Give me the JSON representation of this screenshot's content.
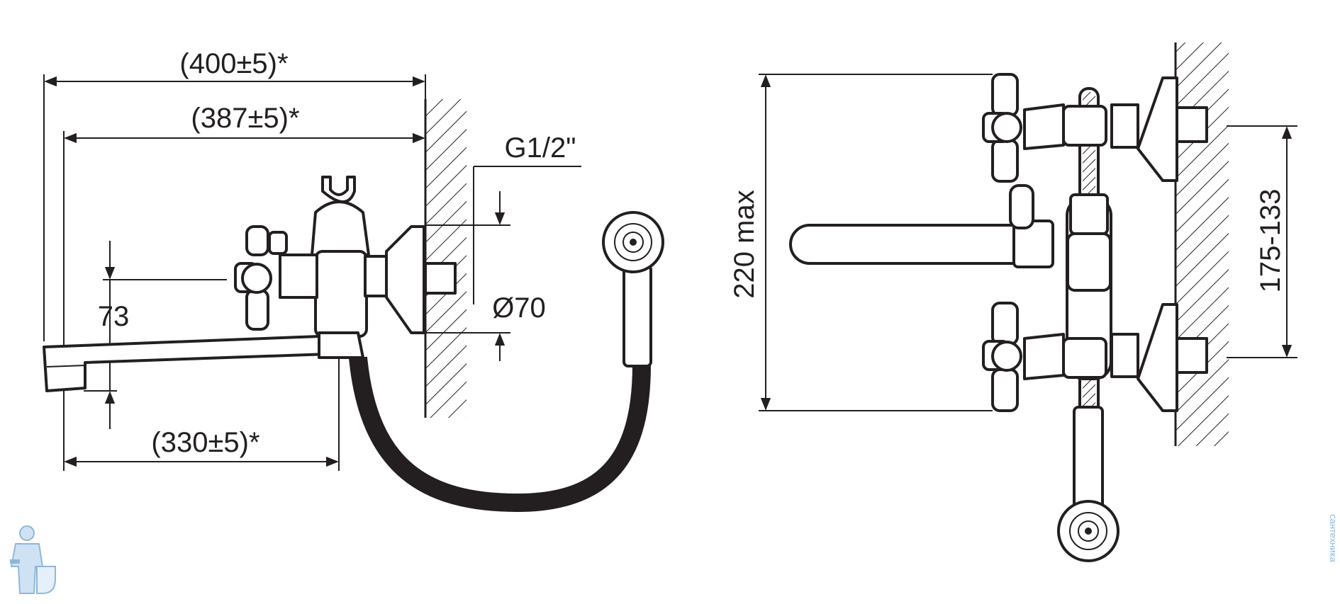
{
  "dimensions": {
    "overall_length": "(400±5)*",
    "wall_to_spout_length": "(387±5)*",
    "spout_length": "(330±5)*",
    "thread": "G1/2\"",
    "height_73": "73",
    "flange_diameter": "Ø70",
    "max_height": "220 max",
    "center_distance": "175-133"
  },
  "watermark": "сантехника"
}
